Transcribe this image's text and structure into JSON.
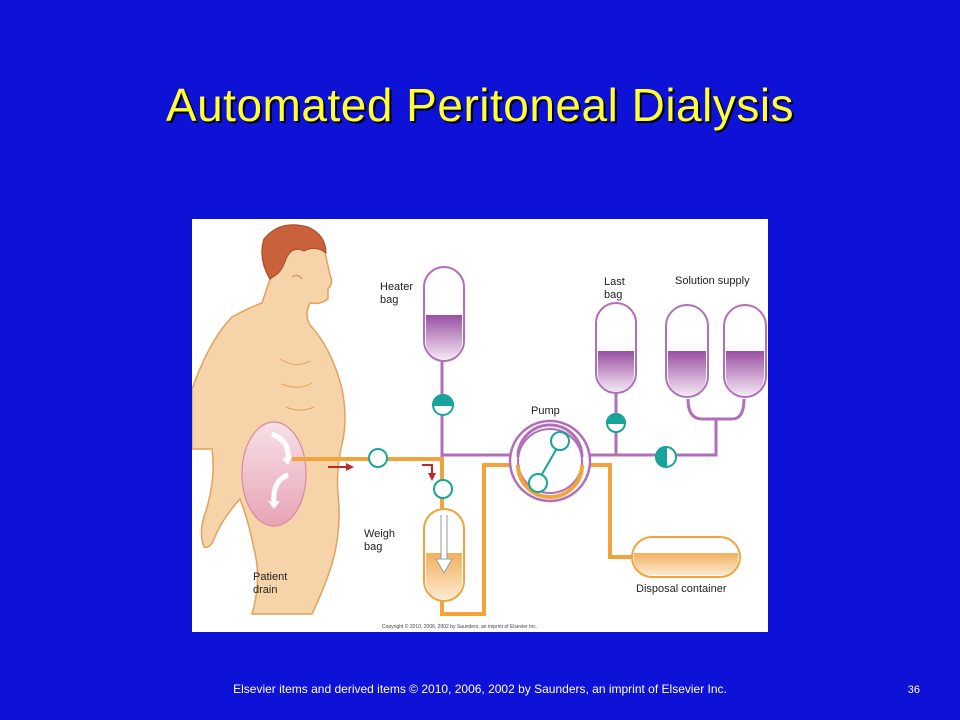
{
  "slide": {
    "title": "Automated Peritoneal Dialysis",
    "footer": "Elsevier items and derived items © 2010, 2006, 2002 by Saunders, an imprint of Elsevier Inc.",
    "page_number": "36"
  },
  "diagram": {
    "labels": {
      "heater_bag": "Heater\nbag",
      "last_bag": "Last\nbag",
      "solution_supply": "Solution supply",
      "pump": "Pump",
      "weigh_bag": "Weigh\nbag",
      "patient_drain": "Patient\ndrain",
      "disposal_container": "Disposal container"
    },
    "copyright": "Copyright © 2010, 2006, 2002 by Saunders, an imprint of Elsevier Inc.",
    "colors": {
      "background": "#0e11d6",
      "title": "#ffff33",
      "tubing_orange": "#f2a33a",
      "tubing_purple": "#b06fb8",
      "fluid_purple": "#a85fb0",
      "valve_teal": "#1aa39a",
      "arrow_red": "#c0282a",
      "skin": "#f6d3a8",
      "hair": "#c9623a"
    }
  }
}
